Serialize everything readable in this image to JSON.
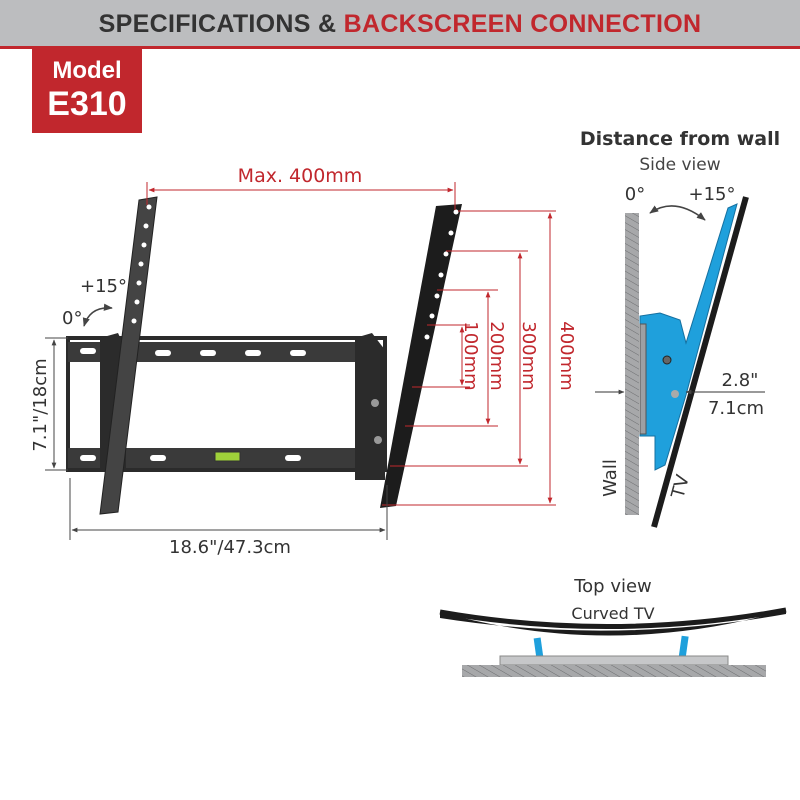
{
  "header": {
    "title_part1": "SPECIFICATIONS & ",
    "title_part2": "BACKSCREEN CONNECTION"
  },
  "model": {
    "label": "Model",
    "number": "E310"
  },
  "front_view": {
    "max_width": "Max. 400mm",
    "tilt_max": "+15°",
    "tilt_min": "0°",
    "height": "7.1\"/18cm",
    "width": "18.6\"/47.3cm",
    "vesa_heights": [
      "100mm",
      "200mm",
      "300mm",
      "400mm"
    ]
  },
  "side_view": {
    "title": "Distance from wall",
    "subtitle": "Side view",
    "tilt_min": "0°",
    "tilt_max": "+15°",
    "distance_in": "2.8\"",
    "distance_cm": "7.1cm",
    "wall_label": "Wall",
    "tv_label": "TV"
  },
  "top_view": {
    "title": "Top view",
    "subtitle": "Curved TV"
  },
  "colors": {
    "accent": "#c1272d",
    "header_bg": "#bcbdbf",
    "bracket_blue": "#1fa0dc",
    "dimension_red": "#c1272d"
  }
}
